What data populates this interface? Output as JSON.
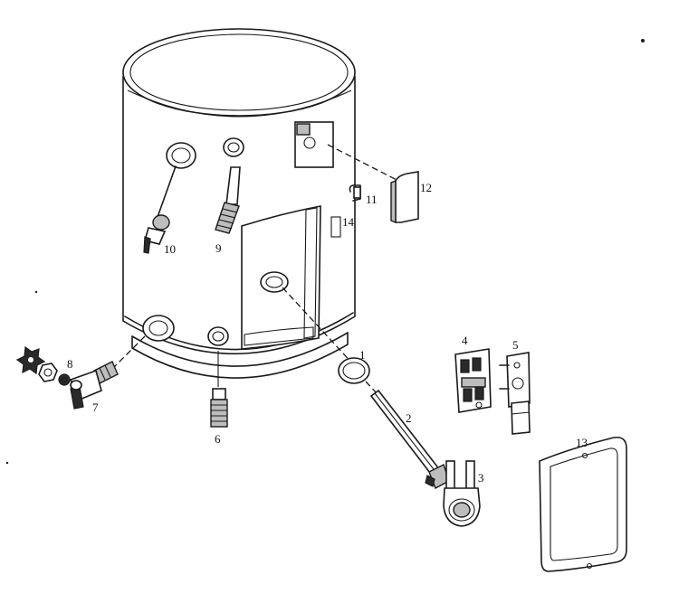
{
  "colors": {
    "line": "#1a1a1a",
    "background": "#ffffff",
    "shade": "#bdbdbd"
  },
  "callouts": [
    {
      "id": "part-1",
      "number": "1"
    },
    {
      "id": "part-2",
      "number": "2"
    },
    {
      "id": "part-3",
      "number": "3"
    },
    {
      "id": "part-4",
      "number": "4"
    },
    {
      "id": "part-5",
      "number": "5"
    },
    {
      "id": "part-6",
      "number": "6"
    },
    {
      "id": "part-7",
      "number": "7"
    },
    {
      "id": "part-8",
      "number": "8"
    },
    {
      "id": "part-9",
      "number": "9"
    },
    {
      "id": "part-10",
      "number": "10"
    },
    {
      "id": "part-11",
      "number": "11"
    },
    {
      "id": "part-12",
      "number": "12"
    },
    {
      "id": "part-13",
      "number": "13"
    },
    {
      "id": "part-14",
      "number": "14"
    }
  ]
}
